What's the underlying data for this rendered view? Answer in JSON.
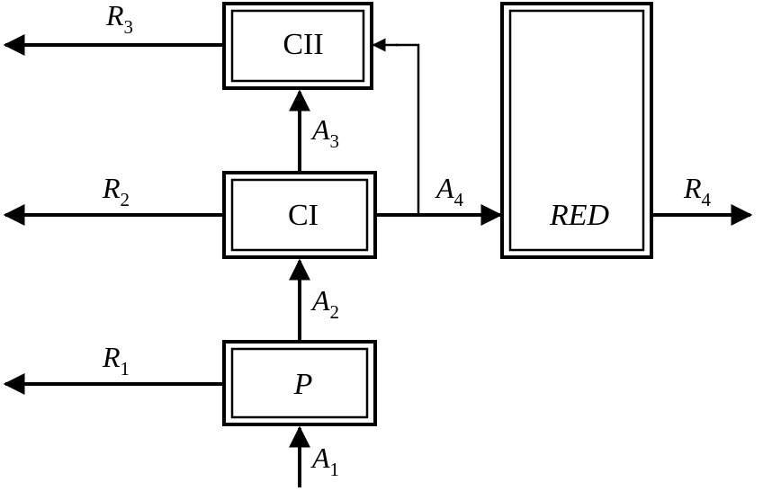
{
  "boxes": {
    "cii": "CII",
    "ci": "CI",
    "p": "P",
    "red": "RED"
  },
  "labels": {
    "r1": {
      "main": "R",
      "sub": "1"
    },
    "r2": {
      "main": "R",
      "sub": "2"
    },
    "r3": {
      "main": "R",
      "sub": "3"
    },
    "r4": {
      "main": "R",
      "sub": "4"
    },
    "a1": {
      "main": "A",
      "sub": "1"
    },
    "a2": {
      "main": "A",
      "sub": "2"
    },
    "a3": {
      "main": "A",
      "sub": "3"
    },
    "a4": {
      "main": "A",
      "sub": "4"
    }
  }
}
